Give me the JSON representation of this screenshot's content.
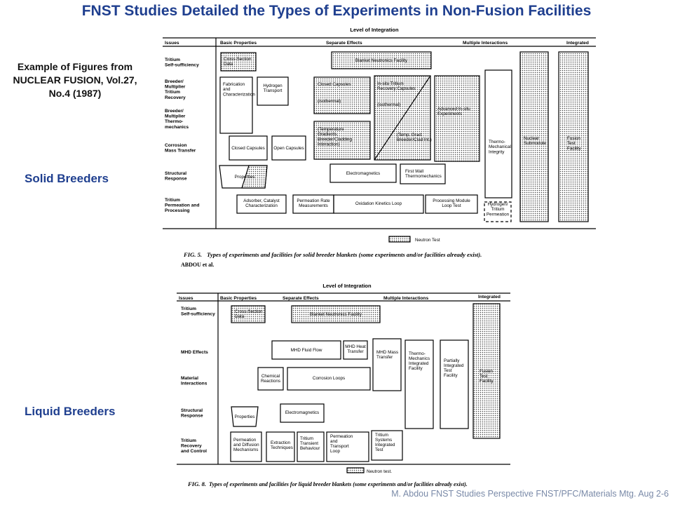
{
  "title": "FNST Studies Detailed the Types of Experiments in Non-Fusion Facilities",
  "side_note": "Example of Figures from NUCLEAR FUSION, Vol.27, No.4 (1987)",
  "label_solid": "Solid Breeders",
  "label_liquid": "Liquid Breeders",
  "footer": "M. Abdou  FNST Studies Perspective FNST/PFC/Materials Mtg. Aug 2-6",
  "fig5": {
    "level_header": "Level of Integration",
    "issues_header": "Issues",
    "columns": [
      "Basic Properties",
      "Separate Effects",
      "Multiple Interactions",
      "Integrated"
    ],
    "issues": [
      [
        "Tritium",
        "Self-sufficiency"
      ],
      [
        "Breeder/",
        "Multiplier",
        "Tritium",
        "Recovery"
      ],
      [
        "Breeder/",
        "Multiplier",
        "Thermo-",
        "mechanics"
      ],
      [
        "Corrosion",
        "Mass Transfer"
      ],
      [
        "Structural",
        "Response"
      ],
      [
        "Tritium",
        "Permeation and",
        "Processing"
      ]
    ],
    "boxes": {
      "cross_section": [
        "Cross-Section",
        "Data"
      ],
      "blanket_neutronics": [
        "Blanket Neutronics Facility"
      ],
      "fabrication": [
        "Fabrication",
        "and",
        "Characterization"
      ],
      "hydrogen_transport": [
        "Hydrogen",
        "Transport"
      ],
      "closed_capsules_top": [
        "Closed Capsules"
      ],
      "isothermal_left": [
        "(isothermal)"
      ],
      "temp_gradients": [
        "(Temperature",
        "Gradients,",
        "Breeder/Cladding",
        "Interaction)"
      ],
      "insitu_top": [
        "In-situ Tritium",
        "Recovery Capsules"
      ],
      "isothermal_right": [
        "(isothermal)"
      ],
      "temp_grad_right": [
        "(Temp. Grad.",
        "Breeder/Clad Int.)"
      ],
      "advanced_insitu": [
        "Advanced In-situ",
        "Experiments"
      ],
      "thermo_mech": [
        "Thermo-",
        "Mechanical",
        "Integrity"
      ],
      "nuclear_submodule": [
        "Nuclear",
        "Submodule"
      ],
      "fusion_test": [
        "Fusion",
        "Test",
        "Facility"
      ],
      "closed_capsules": [
        "Closed Capsules"
      ],
      "open_capsules": [
        "Open Capsules"
      ],
      "properties": [
        "Properties"
      ],
      "electromagnetics": [
        "Electromagnetics"
      ],
      "first_wall": [
        "First Wall",
        "Thermomechanics"
      ],
      "adsorber": [
        "Adsorber, Catalyst",
        "Characterization"
      ],
      "permeation_rate": [
        "Permeation Rate",
        "Measurements"
      ],
      "oxidation": [
        "Oxidation Kinetics Loop"
      ],
      "processing_module": [
        "Processing Module",
        "Loop Test"
      ],
      "hydrogen_tritium": [
        "Hydrogen/",
        "Tritium",
        "Permeation"
      ]
    },
    "neutron_test": "Neutron Test",
    "caption_num": "FIG. 5.",
    "caption": "Types of experiments and facilities for solid breeder blankets (some experiments and/or facilities already exist).",
    "author": "ABDOU et al."
  },
  "fig8": {
    "level_header": "Level of Integration",
    "issues_header": "Issues",
    "columns": [
      "Basic Properties",
      "Separate Effects",
      "Multiple Interactions",
      "Integrated"
    ],
    "issues": [
      [
        "Tritium",
        "Self-sufficiency"
      ],
      [
        "MHD Effects"
      ],
      [
        "Material",
        "Interactions"
      ],
      [
        "Structural",
        "Response"
      ],
      [
        "Tritium",
        "Recovery",
        "and Control"
      ]
    ],
    "boxes": {
      "cross_section": [
        "Cross-Section",
        "Data"
      ],
      "blanket_neutronics": [
        "Blanket Neutronics Facility"
      ],
      "mhd_fluid": [
        "MHD Fluid Flow"
      ],
      "mhd_heat": [
        "MHD Heat",
        "Transfer"
      ],
      "mhd_mass": [
        "MHD Mass",
        "Transfer"
      ],
      "thermo_mech": [
        "Thermo-",
        "Mechanics",
        "Integrated",
        "Facility"
      ],
      "partially": [
        "Partially",
        "Integrated",
        "Test",
        "Facility"
      ],
      "fusion_test": [
        "Fusion",
        "Test",
        "Facility"
      ],
      "chemical": [
        "Chemical",
        "Reactions"
      ],
      "corrosion_loops": [
        "Corrosion Loops"
      ],
      "properties": [
        "Properties"
      ],
      "electromagnetics": [
        "Electromagnetics"
      ],
      "permeation_diffusion": [
        "Permeation",
        "and Diffusion",
        "Mechanisms"
      ],
      "extraction": [
        "Extraction",
        "Techniques"
      ],
      "tritium_transient": [
        "Tritium",
        "Transient",
        "Behaviour"
      ],
      "permeation_transport": [
        "Permeation",
        "and",
        "Transport",
        "Loop"
      ],
      "tritium_systems": [
        "Tritium",
        "Systems",
        "Integrated",
        "Test"
      ]
    },
    "neutron_test": "Neutron test.",
    "caption_num": "FIG. 8.",
    "caption": "Types of experiments and facilities for liquid breeder blankets (some experiments and/or facilities already exist)."
  }
}
